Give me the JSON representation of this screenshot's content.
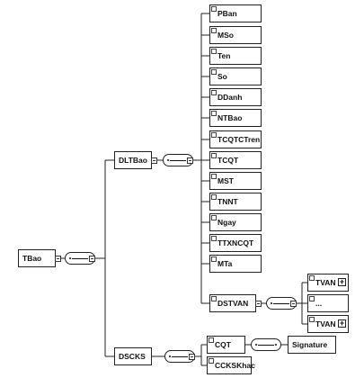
{
  "diagram": {
    "root": "TBao",
    "branches": [
      "DLTBao",
      "DSCKS"
    ],
    "dltbao_children": [
      "PBan",
      "MSo",
      "Ten",
      "So",
      "DDanh",
      "NTBao",
      "TCQTCTren",
      "TCQT",
      "MST",
      "TNNT",
      "Ngay",
      "TTXNCQT",
      "MTa",
      "DSTVAN"
    ],
    "dstvan_children": [
      "TVAN",
      "...",
      "TVAN"
    ],
    "dscks_children": [
      "CQT",
      "CCKSKhac"
    ],
    "cqt_child": "Signature"
  }
}
